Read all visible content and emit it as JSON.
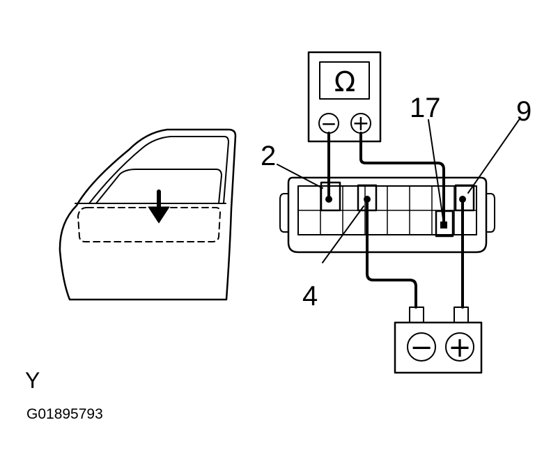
{
  "meter": {
    "symbol": "Ω",
    "neg": "−",
    "pos": "+"
  },
  "battery": {
    "neg": "−",
    "pos": "+"
  },
  "pins": {
    "p2": "2",
    "p4": "4",
    "p17": "17",
    "p9": "9"
  },
  "view_label": "Y",
  "figure_id": "G01895793"
}
